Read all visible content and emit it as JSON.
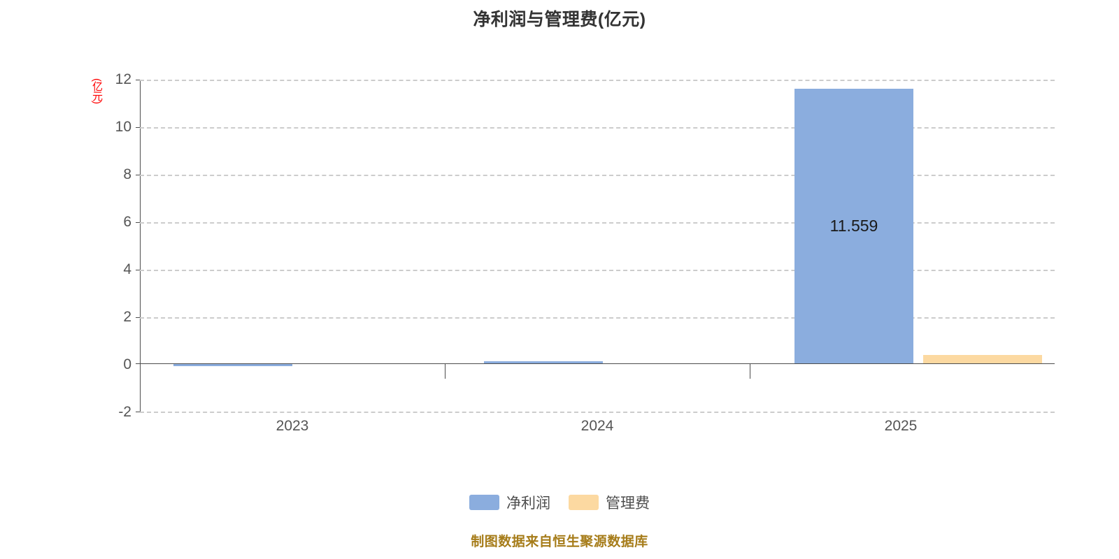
{
  "chart_data": {
    "type": "bar",
    "title": "净利润与管理费(亿元)",
    "xlabel": "",
    "ylabel": "(亿元)",
    "categories": [
      "2023",
      "2024",
      "2025"
    ],
    "series": [
      {
        "name": "净利润",
        "color": "#8BADDE",
        "values": [
          -0.06,
          0.07,
          11.559
        ],
        "labels": [
          "",
          "",
          "11.559"
        ]
      },
      {
        "name": "管理费",
        "color": "#FCD9A1",
        "values": [
          0,
          0,
          0.25
        ],
        "labels": [
          "",
          "",
          ""
        ]
      }
    ],
    "ylim": [
      -2,
      12
    ],
    "yticks": [
      12,
      10,
      8,
      6,
      4,
      2,
      0,
      -2
    ],
    "ytick_labels": [
      "12",
      "10",
      "8",
      "6",
      "4",
      "2",
      "0",
      "-2"
    ],
    "grid": true,
    "grid_style": "dashed-horizontal",
    "legend_position": "bottom-center",
    "footnote": "制图数据来自恒生聚源数据库",
    "footnote_color": "#a67c19",
    "axis_unit_color": "#ff0000"
  }
}
